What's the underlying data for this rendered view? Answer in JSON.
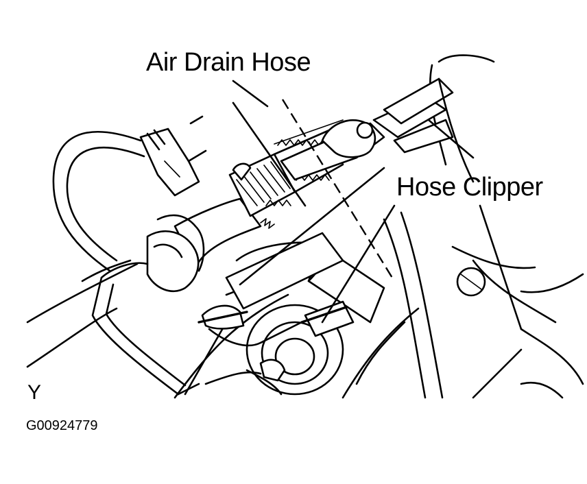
{
  "labels": {
    "air_drain_hose": "Air Drain Hose",
    "hose_clipper": "Hose Clipper"
  },
  "corner_mark": "Y",
  "figure_code": "G00924779",
  "colors": {
    "ink": "#000000",
    "paper": "#ffffff"
  }
}
